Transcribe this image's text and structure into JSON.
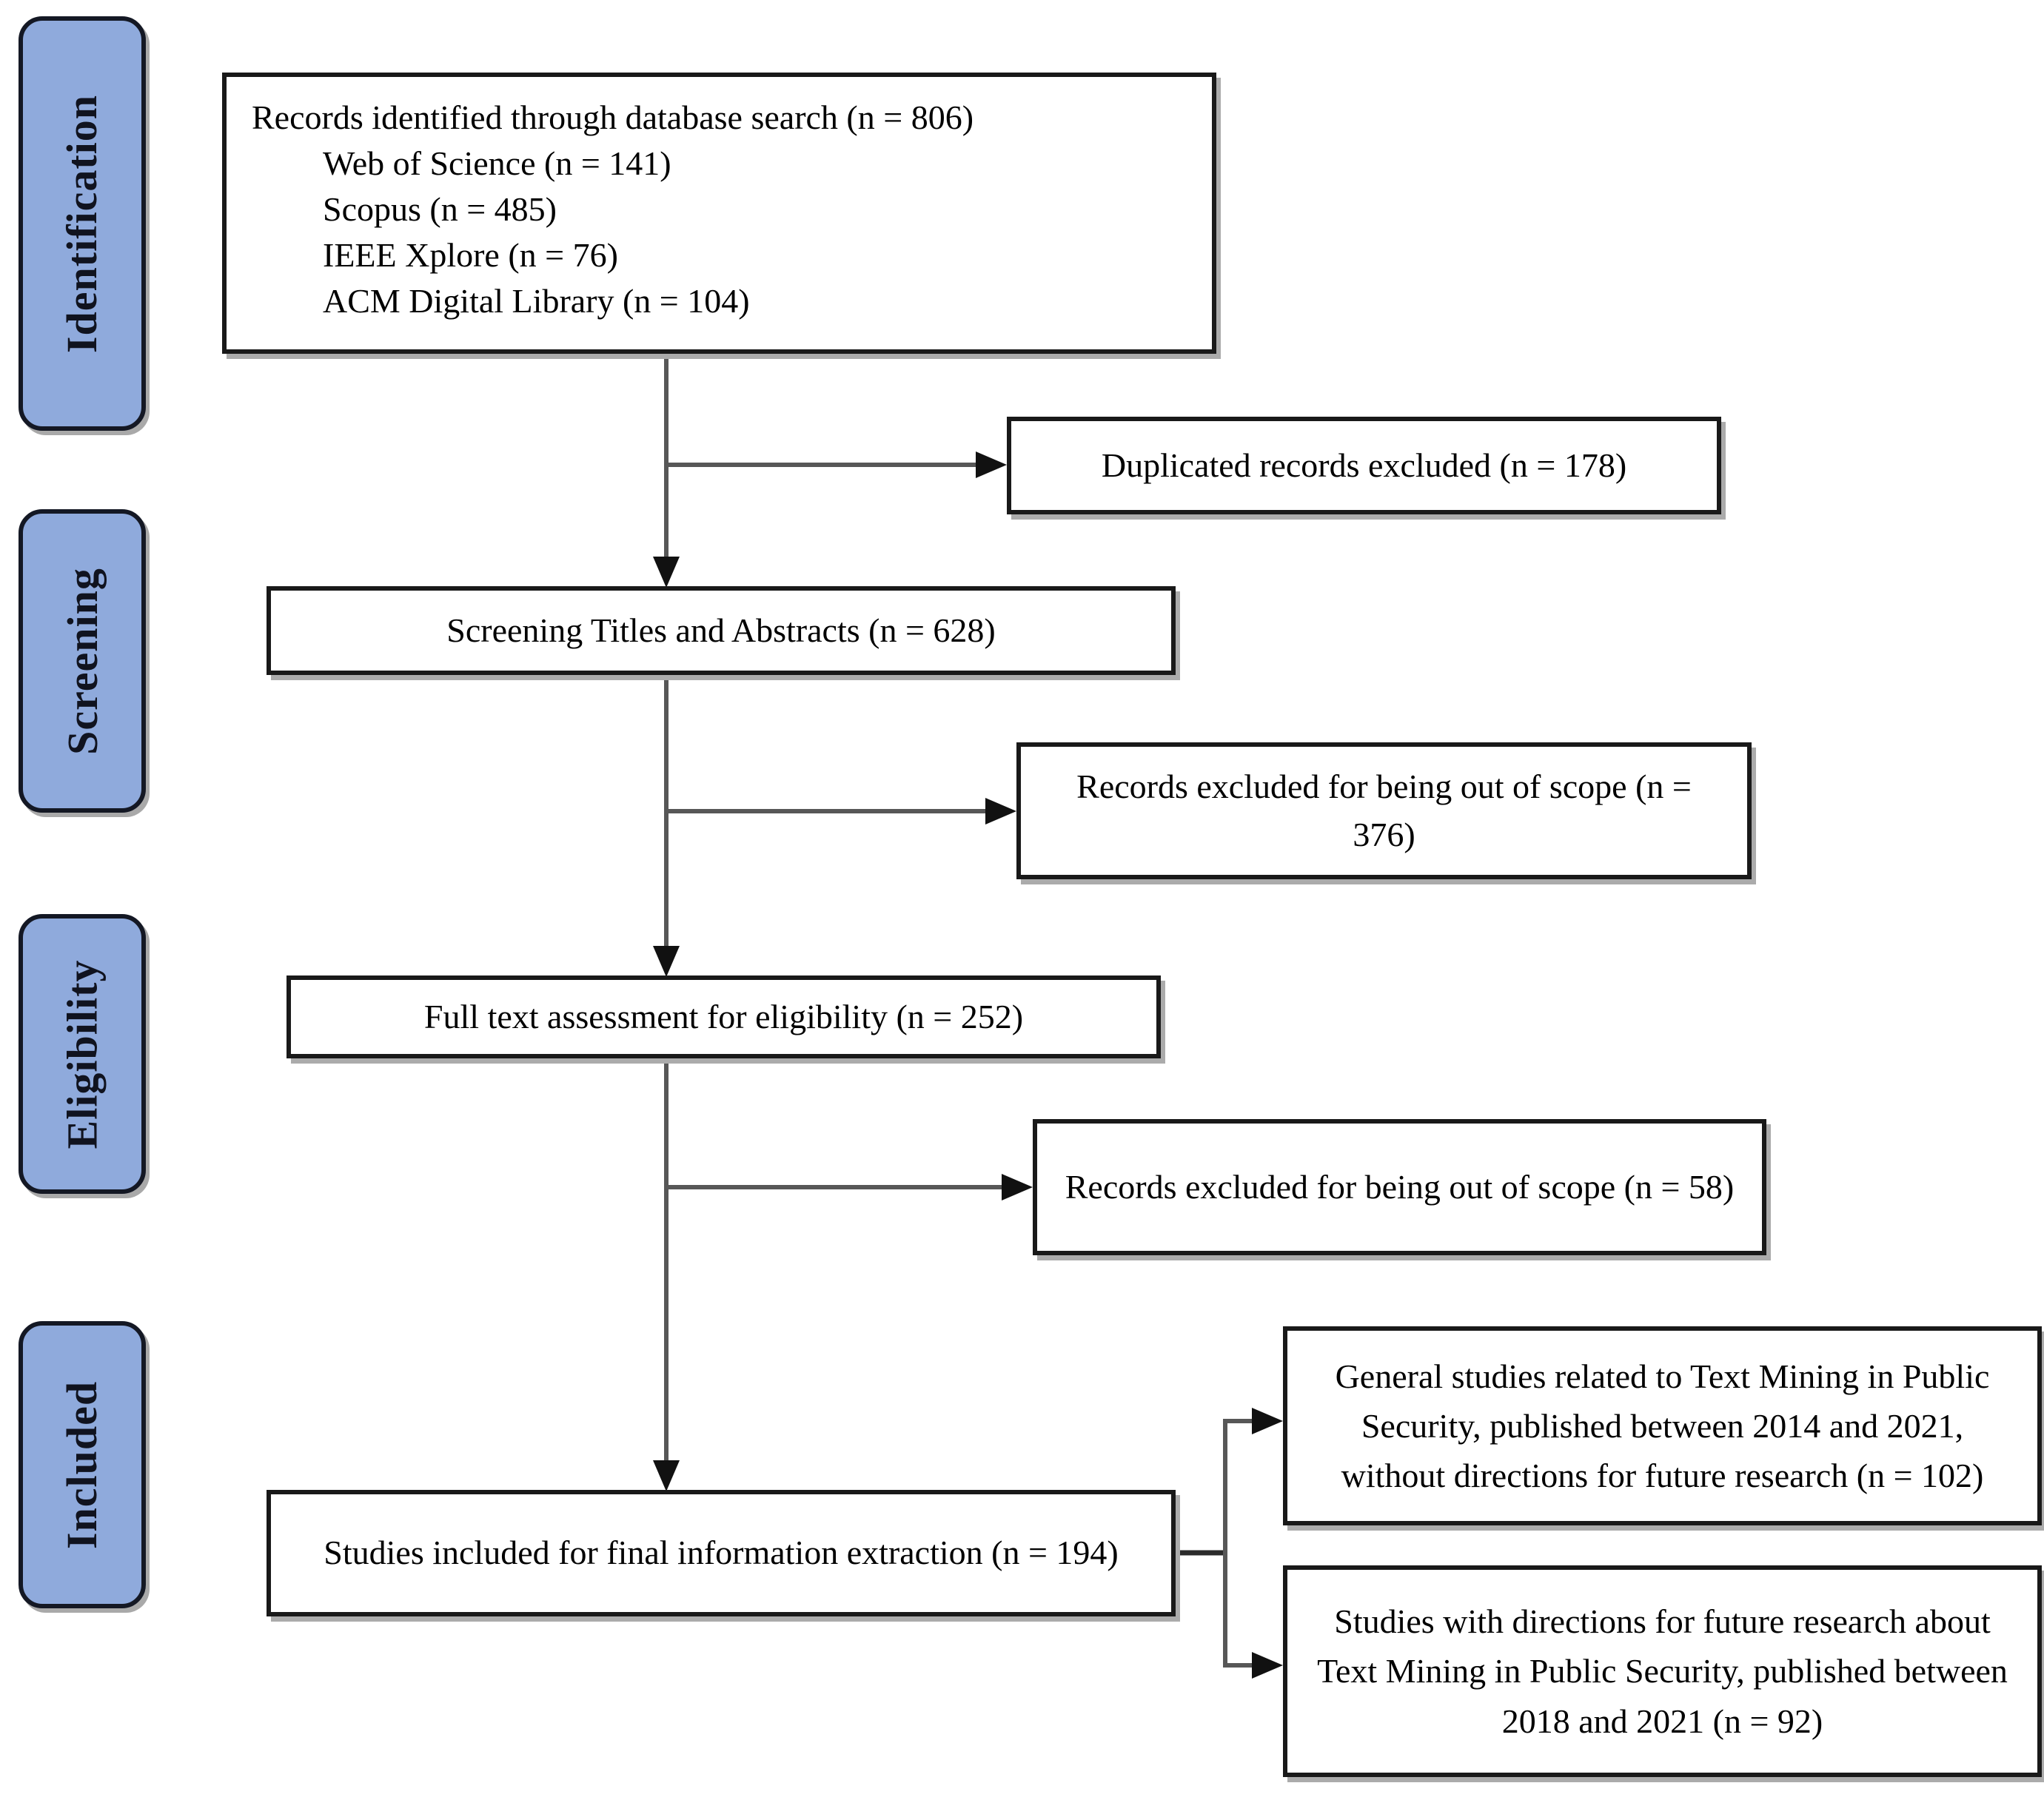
{
  "figure": {
    "type": "prisma-flow-diagram",
    "stages": [
      {
        "label": "Identification"
      },
      {
        "label": "Screening"
      },
      {
        "label": "Eligibility"
      },
      {
        "label": "Included"
      }
    ],
    "nodes": {
      "identified": {
        "title": "Records identified through database search (n = 806)",
        "sources": [
          "Web of Science (n = 141)",
          "Scopus (n = 485)",
          "IEEE Xplore (n = 76)",
          "ACM Digital Library (n = 104)"
        ]
      },
      "duplicates_excluded": {
        "label": "Duplicated records excluded (n = 178)"
      },
      "screening_titles": {
        "label": "Screening Titles and Abstracts (n = 628)"
      },
      "excluded_out_of_scope_1": {
        "label": "Records excluded for being out of scope (n = 376)"
      },
      "full_text_assessment": {
        "label": "Full text assessment for eligibility (n = 252)"
      },
      "excluded_out_of_scope_2": {
        "label": "Records excluded for being out of scope (n = 58)"
      },
      "included_final": {
        "label": "Studies included for final information extraction (n = 194)"
      },
      "general_studies": {
        "label": "General studies related to Text Mining in Public Security, published between 2014 and 2021, without directions for future research (n = 102)"
      },
      "future_direction_studies": {
        "label": "Studies with directions for future research about Text Mining in Public Security, published between 2018 and 2021 (n = 92)"
      }
    },
    "colors": {
      "stage_fill": "#8faadc",
      "stage_border": "#141824",
      "node_border": "#191919",
      "connector_line": "#575757",
      "arrowhead": "#111111",
      "background": "#ffffff"
    }
  }
}
